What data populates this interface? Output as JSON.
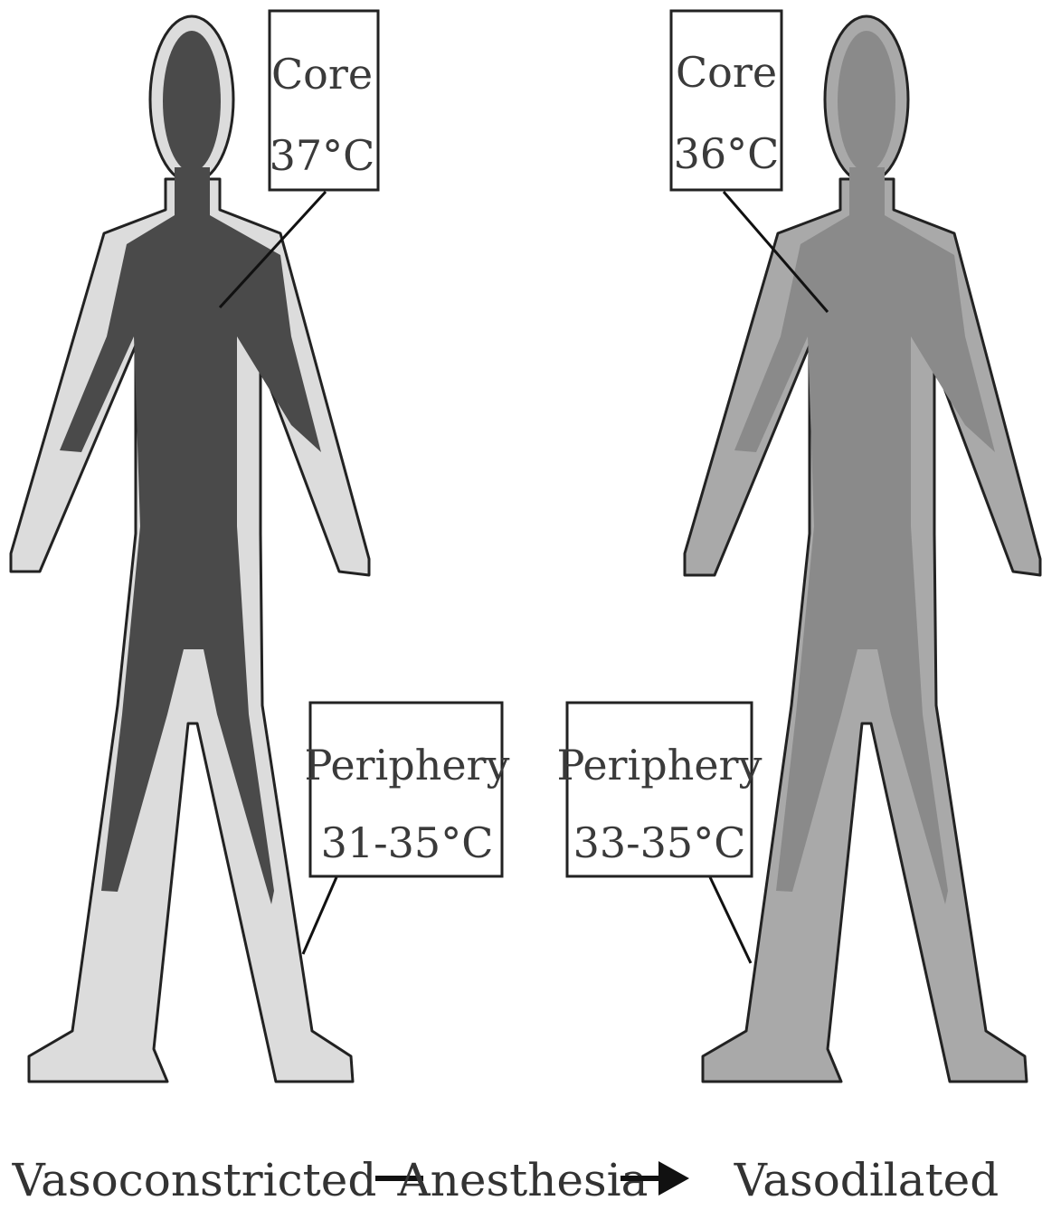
{
  "left_figure": {
    "core_label": "Core",
    "core_temp": "37°C",
    "periphery_label": "Periphery",
    "periphery_temp": "31-35°C",
    "caption": "Vasoconstricted",
    "outer_color": "#dcdcdc",
    "core_color": "#4a4a4a"
  },
  "right_figure": {
    "core_label": "Core",
    "core_temp": "36°C",
    "periphery_label": "Periphery",
    "periphery_temp": "33-35°C",
    "caption": "Vasodilated",
    "outer_color": "#a9a9a9",
    "core_color": "#8a8a8a"
  },
  "transition_label": "Anesthesia"
}
